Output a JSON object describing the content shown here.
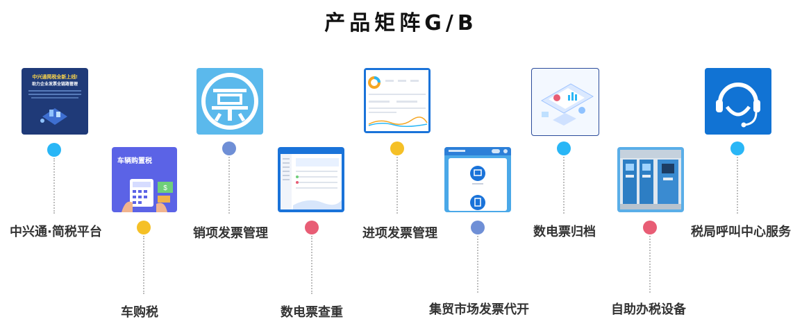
{
  "title": "产品矩阵G/B",
  "products": [
    {
      "id": "p1",
      "label": "中兴通·简税平台",
      "image_title": "中兴通简税全新上线!",
      "image_subtitle": "助力企业发票全链路管理",
      "dot_color": "#29b6f6"
    },
    {
      "id": "p2",
      "label": "车购税",
      "image_title": "车辆购置税",
      "dot_color": "#f5c026"
    },
    {
      "id": "p3",
      "label": "销项发票管理",
      "image_title": "",
      "dot_color": "#6f8fd6"
    },
    {
      "id": "p4",
      "label": "数电票查重",
      "image_title": "",
      "dot_color": "#e85d75"
    },
    {
      "id": "p5",
      "label": "进项发票管理",
      "image_title": "",
      "dot_color": "#f5c026"
    },
    {
      "id": "p6",
      "label": "集贸市场发票代开",
      "image_title": "",
      "dot_color": "#6f8fd6"
    },
    {
      "id": "p7",
      "label": "数电票归档",
      "image_title": "",
      "dot_color": "#29b6f6"
    },
    {
      "id": "p8",
      "label": "自助办税设备",
      "image_title": "",
      "dot_color": "#e85d75"
    },
    {
      "id": "p9",
      "label": "税局呼叫中心服务",
      "image_title": "",
      "dot_color": "#29b6f6"
    }
  ]
}
